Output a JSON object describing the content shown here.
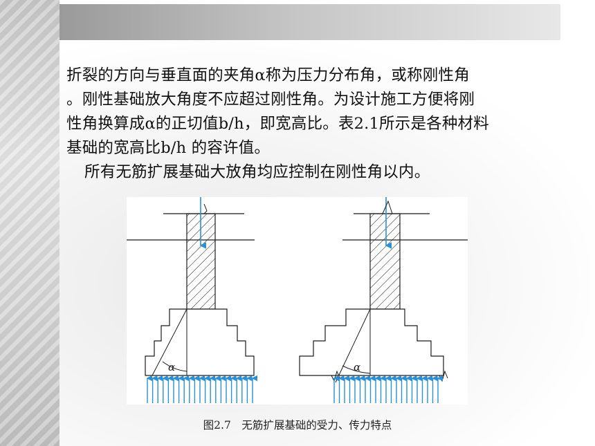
{
  "body_text": {
    "lines": [
      "折裂的方向与垂直面的夹角α称为压力分布角，或称刚性角",
      "。刚性基础放大角度不应超过刚性角。为设计施工方便将刚",
      "性角换算成α的正切值b/h，即宽高比。表2.1所示是各种材料",
      "基础的宽高比b/h 的容许值。",
      "所有无筋扩展基础大放角均应控制在刚性角以内。"
    ]
  },
  "figure": {
    "angle_label_left": "α",
    "angle_label_right": "α",
    "caption": "图2.7　无筋扩展基础的受力、传力特点"
  },
  "colors": {
    "arrow": "#2a8fd6",
    "line": "#1a1a1a"
  }
}
